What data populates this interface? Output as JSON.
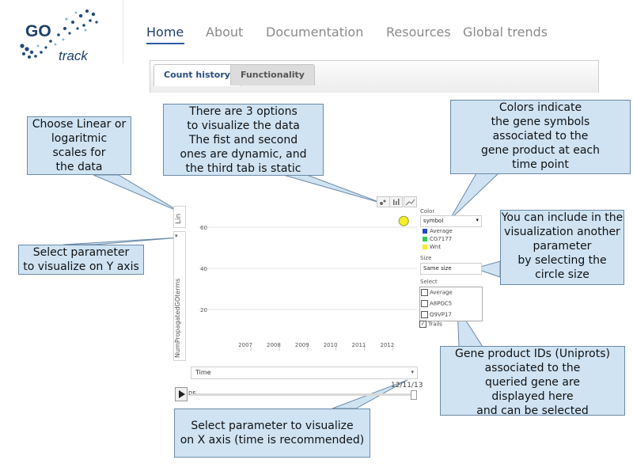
{
  "logo": {
    "text_go": "GO",
    "text_track": "track"
  },
  "nav": [
    {
      "label": "Home",
      "active": true
    },
    {
      "label": "About",
      "active": false
    },
    {
      "label": "Documentation",
      "active": false
    },
    {
      "label": "Resources",
      "active": false
    },
    {
      "label": "Global trends",
      "active": false
    }
  ],
  "tabs": [
    {
      "label": "Count history",
      "active": true
    },
    {
      "label": "Functionality",
      "active": false
    }
  ],
  "callouts": {
    "scale": "Choose Linear or\nlogaritmic\nscales for\nthe data",
    "options": "There are 3 options\nto visualize the data\nThe fist and second\nones are dynamic, and\nthe third tab is static",
    "colors": "Colors indicate\nthe gene symbols\nassociated to the\ngene product at each\ntime point",
    "size": "You can include in the\nvisualization another\nparameter\nby selecting the\ncircle size",
    "yaxis": "Select parameter\nto visualize on Y axis",
    "xaxis": "Select parameter to visualize\non X axis (time is recommended)",
    "ids": "Gene product IDs (Uniprots)\nassociated to the\nqueried gene are\ndisplayed here\nand can be selected"
  },
  "chart": {
    "y_scale_label": "Lin",
    "y_axis_param": "NumPropagatedGOterms",
    "x_axis_param": "Time",
    "current_date": "12/11/13",
    "slider_left_label": "DE",
    "viz_tabs": [
      "bubble-chart-icon",
      "bar-chart-icon",
      "line-chart-icon"
    ]
  },
  "chart_data": {
    "type": "scatter",
    "x_ticks": [
      "2007",
      "2008",
      "2009",
      "2010",
      "2011",
      "2012"
    ],
    "y_ticks": [
      20,
      40,
      60
    ],
    "ylim": [
      0,
      70
    ],
    "points": [
      {
        "x": "2013",
        "y": 63,
        "color": "#f2ee2a"
      }
    ]
  },
  "side": {
    "color_label": "Color",
    "color_value": "symbol",
    "legend": [
      {
        "label": "Average",
        "color": "#2244cc"
      },
      {
        "label": "CG7177",
        "color": "#33cc55"
      },
      {
        "label": "Wnt",
        "color": "#f2ee2a"
      }
    ],
    "size_label": "Size",
    "size_value": "Same size",
    "select_label": "Select",
    "select_items": [
      "Average",
      "A8PGC5",
      "Q9VP17"
    ],
    "trails_label": "Trails"
  }
}
